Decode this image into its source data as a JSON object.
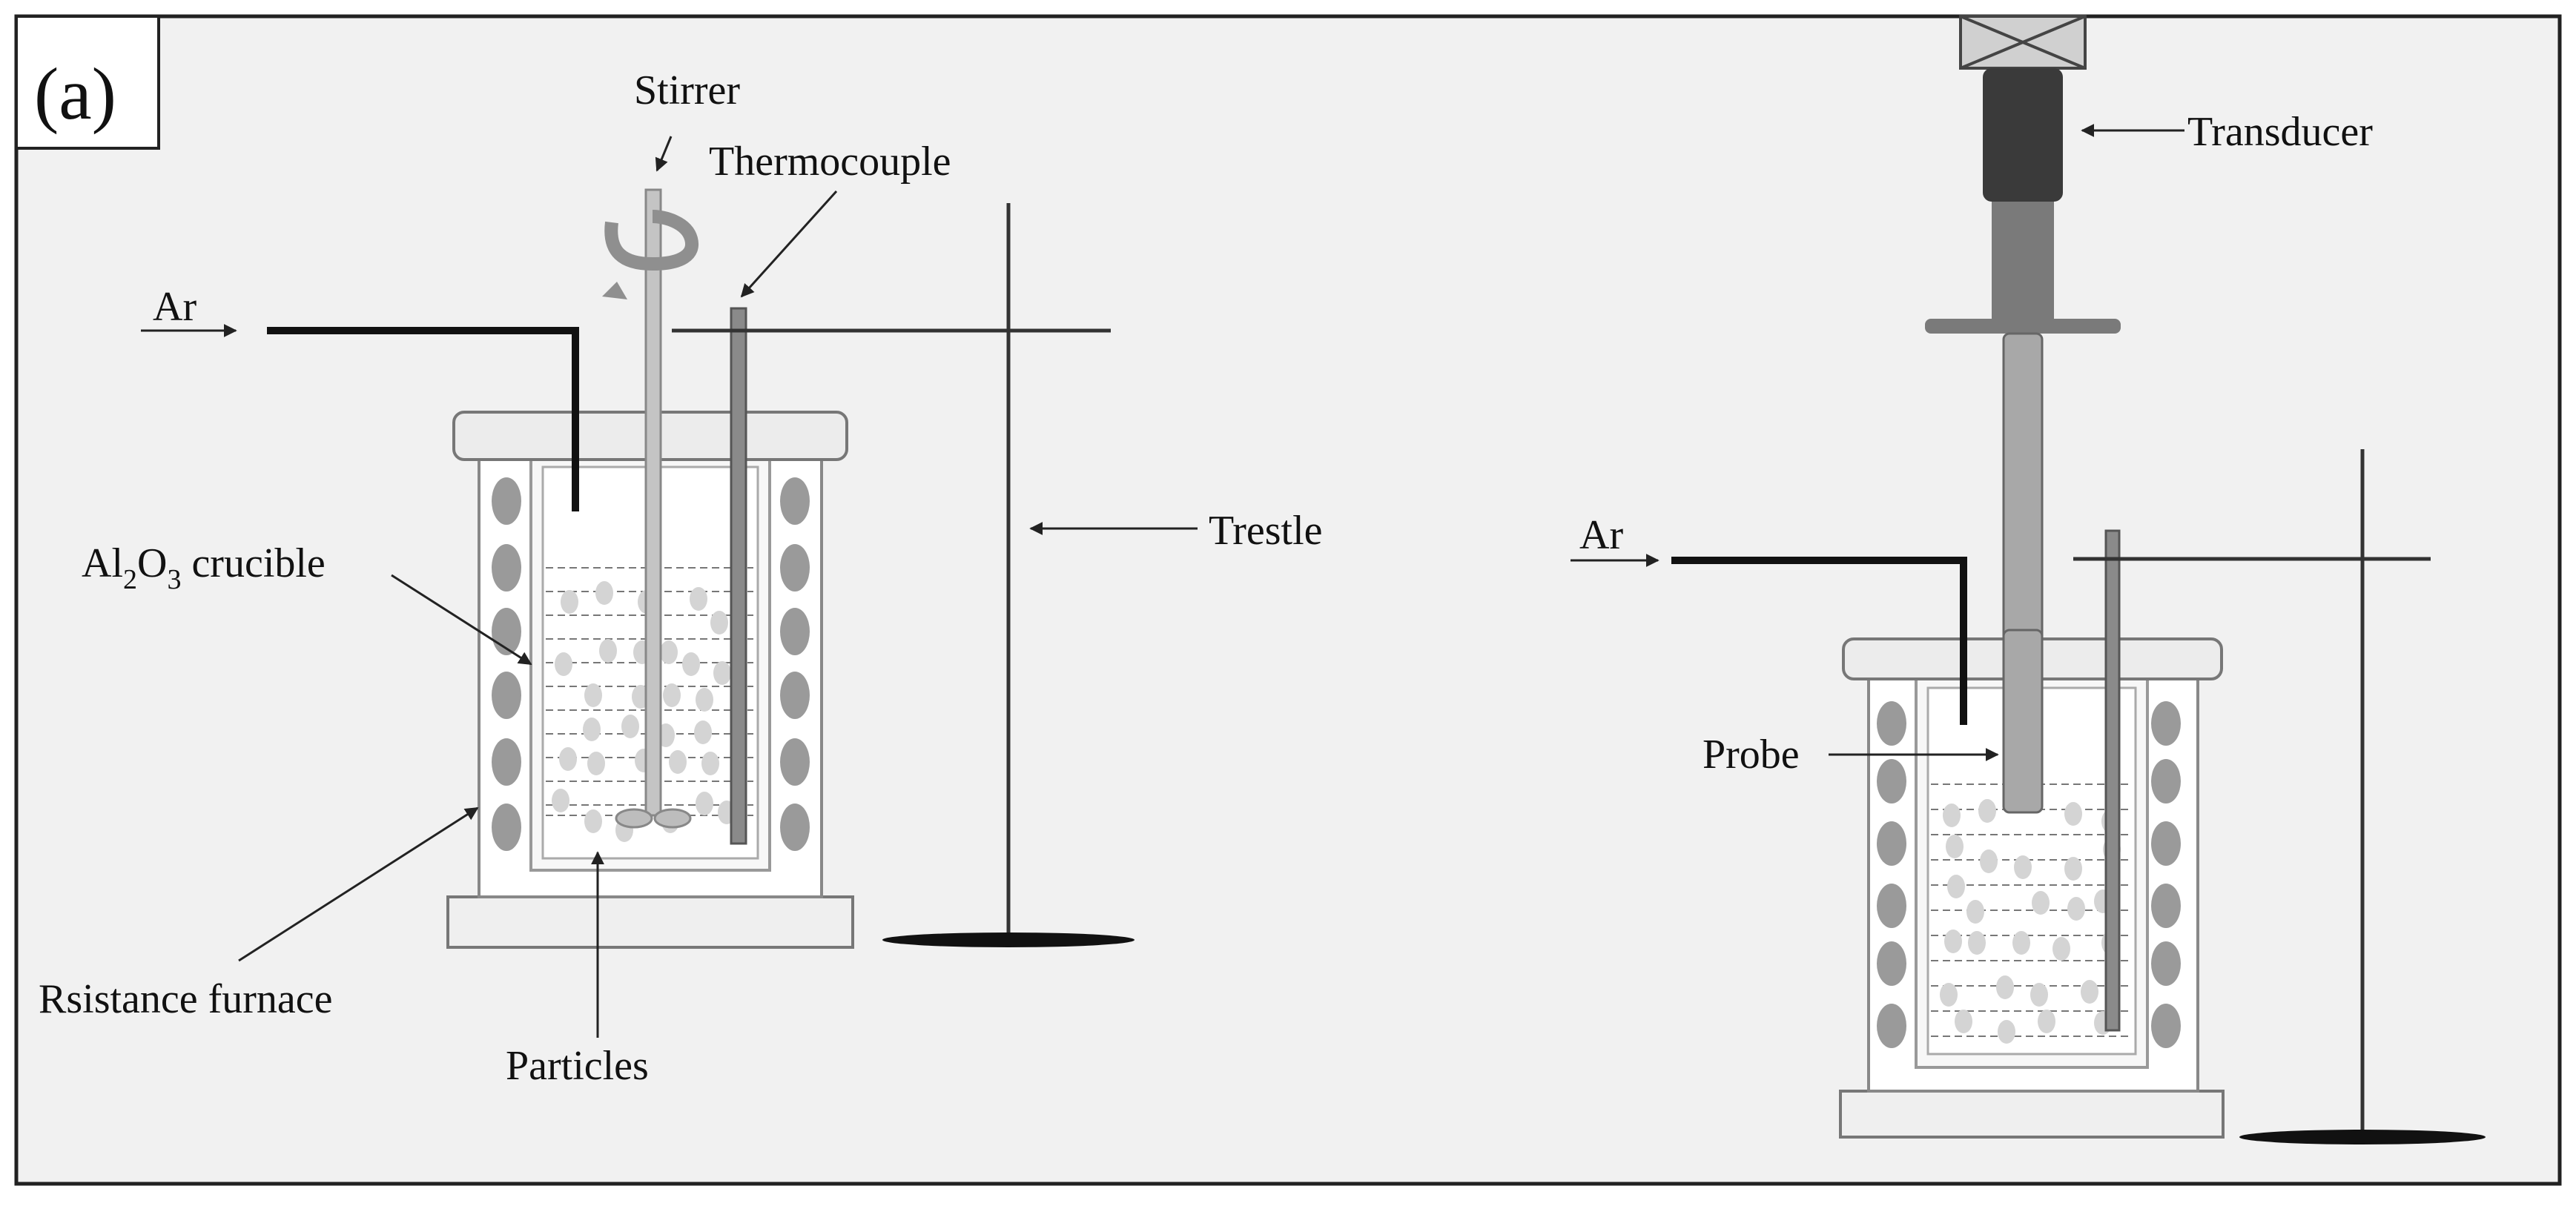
{
  "panel": {
    "label": "(a)"
  },
  "labels": {
    "stirrer": "Stirrer",
    "thermocouple": "Thermocouple",
    "ar_left": "Ar",
    "trestle": "Trestle",
    "crucible_prefix": "Al",
    "crucible_sub1": "2",
    "crucible_mid": "O",
    "crucible_sub2": "3",
    "crucible_suffix": " crucible",
    "furnace": "Rsistance furnace",
    "particles": "Particles",
    "transducer": "Transducer",
    "ar_right": "Ar",
    "probe": "Probe"
  },
  "colors": {
    "background": "#f1f1f1",
    "frame": "#222222",
    "furnace_wall": "#ffffff",
    "heating_element": "#9a9a9a",
    "melt_particle": "#d4d4d4",
    "stirrer_rod": "#c4c4c4",
    "thermocouple_rod": "#8a8a8a",
    "transducer": "#3a3a3a",
    "probe": "#a8a8a8",
    "gas_pipe": "#111111"
  }
}
